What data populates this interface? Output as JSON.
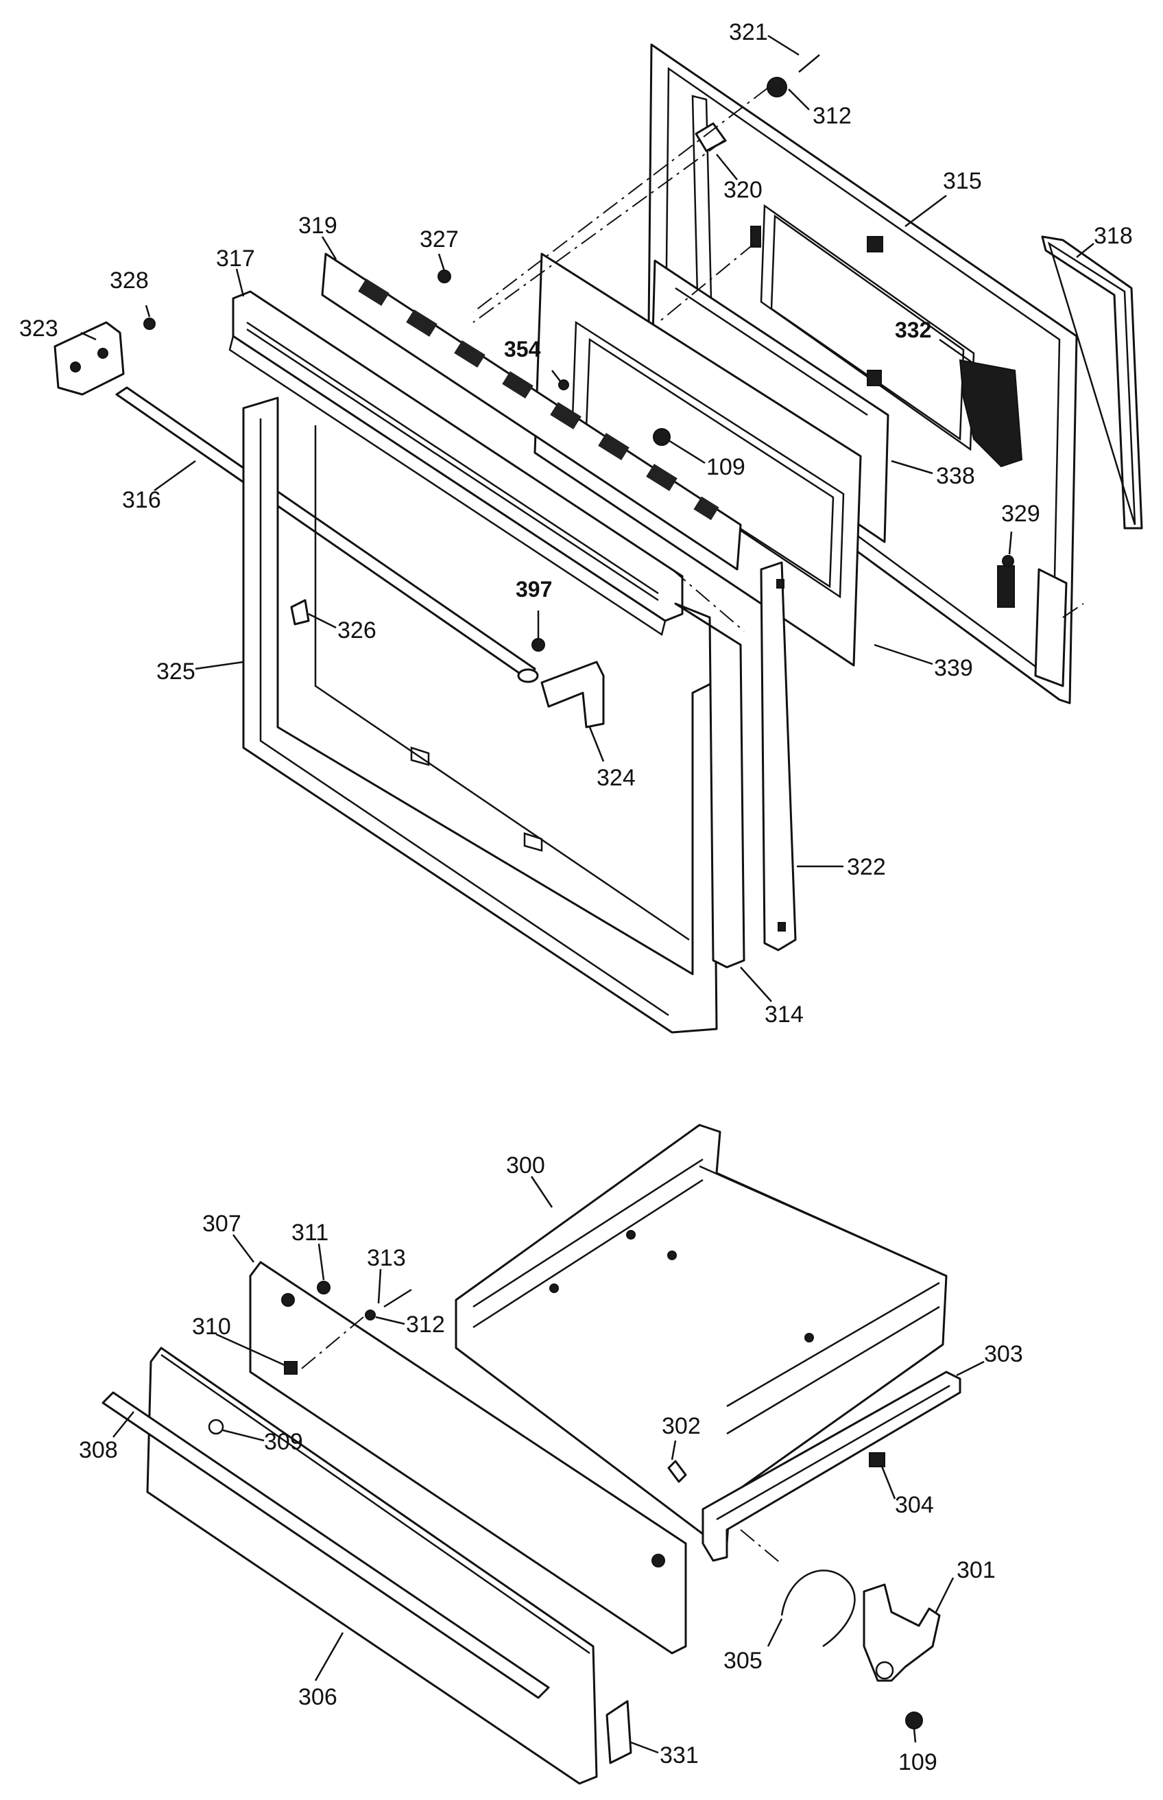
{
  "labels": {
    "p321": "321",
    "p312a": "312",
    "p320": "320",
    "p315": "315",
    "p318": "318",
    "p332": "332",
    "p319": "319",
    "p327": "327",
    "p317": "317",
    "p328": "328",
    "p323": "323",
    "p354": "354",
    "p109a": "109",
    "p338": "338",
    "p316": "316",
    "p329": "329",
    "p397": "397",
    "p326": "326",
    "p325": "325",
    "p339": "339",
    "p324": "324",
    "p322": "322",
    "p314": "314",
    "p300": "300",
    "p307": "307",
    "p311": "311",
    "p313": "313",
    "p312b": "312",
    "p310": "310",
    "p303": "303",
    "p309": "309",
    "p308": "308",
    "p302": "302",
    "p304": "304",
    "p301": "301",
    "p305": "305",
    "p306": "306",
    "p109b": "109",
    "p331": "331"
  }
}
